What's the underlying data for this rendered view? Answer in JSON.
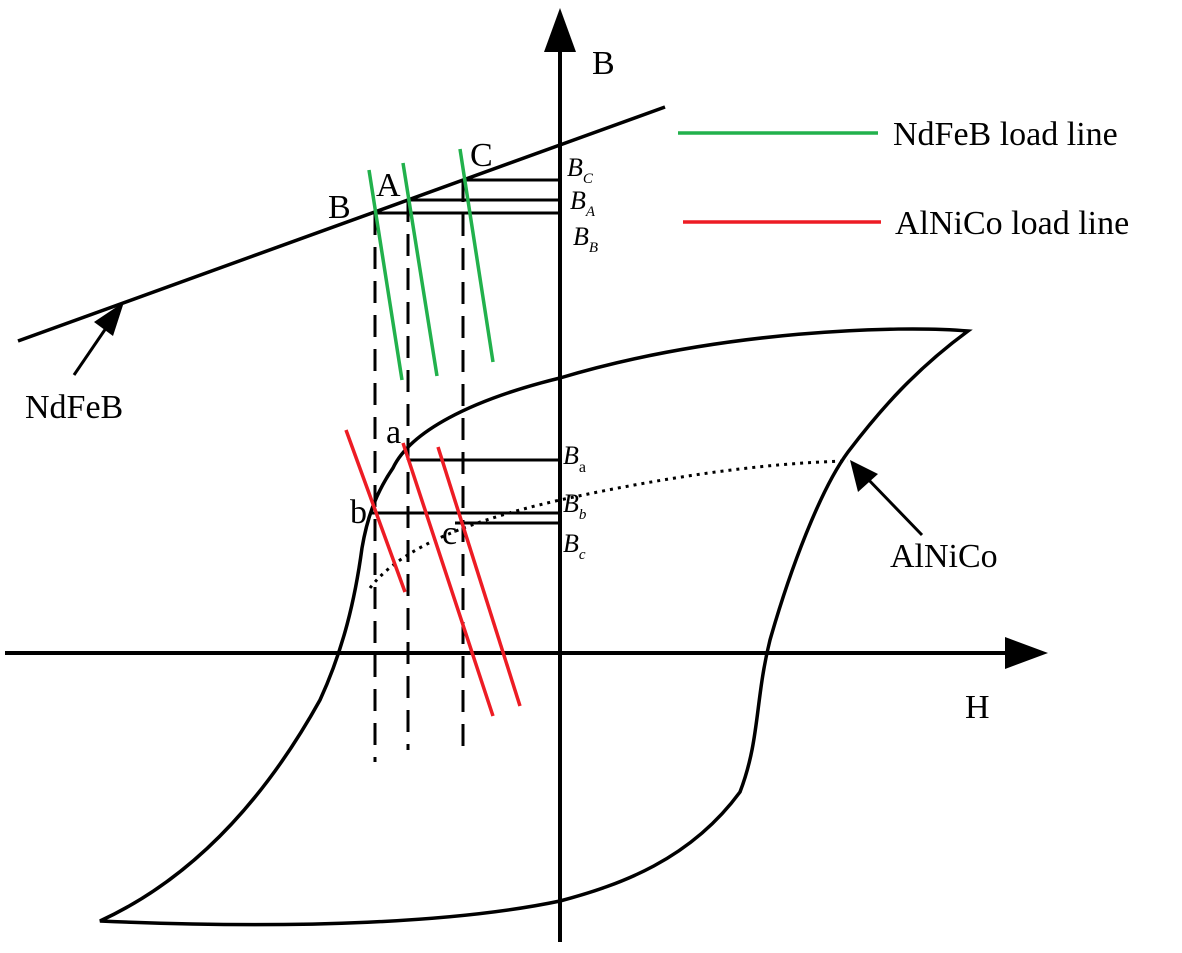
{
  "axes": {
    "y_label": "B",
    "x_label": "H"
  },
  "legend": [
    {
      "label": "NdFeB load line",
      "color": "#22b14c"
    },
    {
      "label": "AlNiCo load line",
      "color": "#ed1c24"
    }
  ],
  "materials": {
    "ndfeb": "NdFeB",
    "alnico": "AlNiCo"
  },
  "points_upper": {
    "A": "A",
    "B": "B",
    "C": "C"
  },
  "points_lower": {
    "a": "a",
    "b": "b",
    "c": "c"
  },
  "flux_labels_upper": {
    "BC": {
      "base": "B",
      "sub": "C"
    },
    "BA": {
      "base": "B",
      "sub": "A"
    },
    "BB": {
      "base": "B",
      "sub": "B"
    }
  },
  "flux_labels_lower": {
    "Ba": {
      "base": "B",
      "sub": "a"
    },
    "Bb": {
      "base": "B",
      "sub": "b"
    },
    "Bc": {
      "base": "B",
      "sub": "c"
    }
  },
  "colors": {
    "ink": "#000000",
    "ndfeb_load": "#22b14c",
    "alnico_load": "#ed1c24"
  }
}
